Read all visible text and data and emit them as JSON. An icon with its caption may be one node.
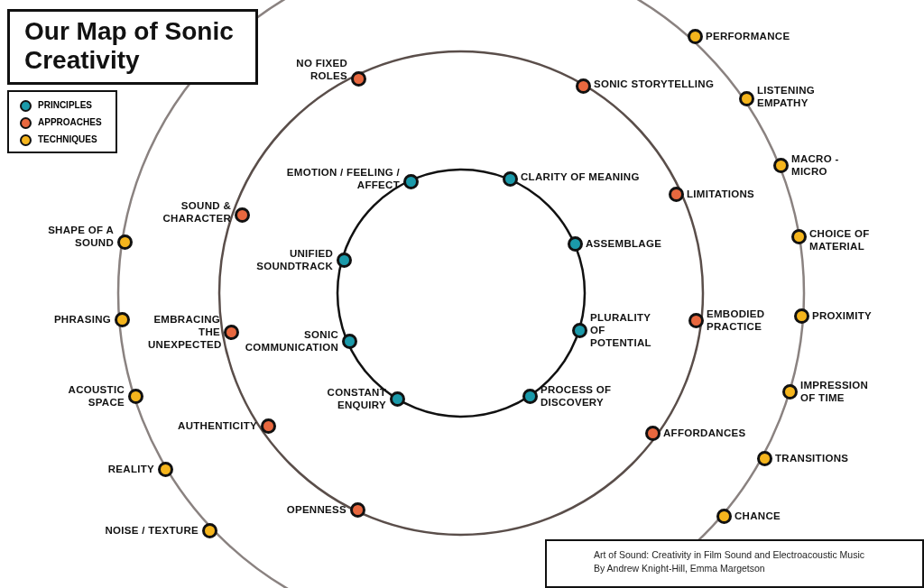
{
  "diagram": {
    "title": "Our Map of Sonic Creativity",
    "nodes": [
      {
        "text": [],
        "shape": "circle",
        "beside": [
          "EMOTION / FEELING / AFFECT"
        ]
      },
      {
        "text": [],
        "shape": "circle",
        "beside": [
          "CLARITY OF MEANING"
        ]
      },
      {
        "text": [],
        "shape": "circle",
        "beside": [
          "UNIFIED SOUNDTRACK"
        ]
      },
      {
        "text": [],
        "shape": "circle",
        "beside": [
          "ASSEMBLAGE"
        ]
      },
      {
        "text": [],
        "shape": "circle",
        "beside": [
          "SONIC COMMUNICATION"
        ]
      },
      {
        "text": [],
        "shape": "circle",
        "beside": [
          "PLURALITY OF POTENTIAL"
        ]
      },
      {
        "text": [],
        "shape": "circle",
        "beside": [
          "CONSTANT ENQUIRY"
        ]
      },
      {
        "text": [],
        "shape": "circle",
        "beside": [
          "PROCESS OF DISCOVERY"
        ]
      },
      {
        "text": [],
        "shape": "circle",
        "beside": [
          "NO FIXED ROLES"
        ]
      },
      {
        "text": [],
        "shape": "circle",
        "beside": [
          "SONIC STORYTELLING"
        ]
      },
      {
        "text": [],
        "shape": "circle",
        "beside": [
          "SOUND & CHARACTER"
        ]
      },
      {
        "text": [],
        "shape": "circle",
        "beside": [
          "LIMITATIONS"
        ]
      },
      {
        "text": [],
        "shape": "circle",
        "beside": [
          "EMBRACING THE UNEXPECTED"
        ]
      },
      {
        "text": [],
        "shape": "circle",
        "beside": [
          "EMBODIED PRACTICE"
        ]
      },
      {
        "text": [],
        "shape": "circle",
        "beside": [
          "AUTHENTICITY"
        ]
      },
      {
        "text": [],
        "shape": "circle",
        "beside": [
          "AFFORDANCES"
        ]
      },
      {
        "text": [],
        "shape": "circle",
        "beside": [
          "OPENNESS"
        ]
      },
      {
        "text": [],
        "shape": "circle",
        "beside": [
          "PERFORMANCE"
        ]
      },
      {
        "text": [],
        "shape": "circle",
        "beside": [
          "LISTENING EMPATHY"
        ]
      },
      {
        "text": [],
        "shape": "circle",
        "beside": [
          "SHAPE OF A SOUND"
        ]
      },
      {
        "text": [],
        "shape": "circle",
        "beside": [
          "MACRO - MICRO"
        ]
      },
      {
        "text": [],
        "shape": "circle",
        "beside": [
          "CHOICE OF MATERIAL"
        ]
      },
      {
        "text": [],
        "shape": "circle",
        "beside": [
          "PHRASING"
        ]
      },
      {
        "text": [],
        "shape": "circle",
        "beside": [
          "PROXIMITY"
        ]
      },
      {
        "text": [],
        "shape": "circle",
        "beside": [
          "ACOUSTIC SPACE"
        ]
      },
      {
        "text": [],
        "shape": "circle",
        "beside": [
          "IMPRESSION OF TIME"
        ]
      },
      {
        "text": [],
        "shape": "circle",
        "beside": [
          "REALITY"
        ]
      },
      {
        "text": [],
        "shape": "circle",
        "beside": [
          "TRANSITIONS"
        ]
      },
      {
        "text": [],
        "shape": "circle",
        "beside": [
          "NOISE / TEXTURE"
        ]
      },
      {
        "text": [],
        "shape": "circle",
        "beside": [
          "CHANCE"
        ]
      },
      {
        "text": [
          "Art of Sound: Creativity in Film Sound and Electroacoustic Music",
          "By Andrew Knight-Hill, Emma Margetson"
        ]
      }
    ],
    "legend": [
      {
        "text": "PRINCIPLES",
        "color": "#1b9aaa"
      },
      {
        "text": "APPROACHES",
        "color": "#e8683f"
      },
      {
        "text": "TECHNIQUES",
        "color": "#f5b51d"
      }
    ]
  }
}
